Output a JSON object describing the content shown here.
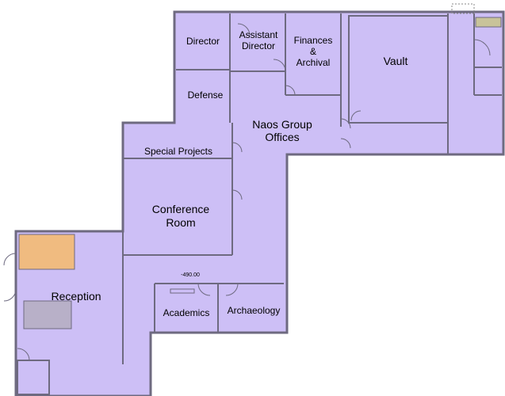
{
  "colors": {
    "floor": "#cdbff6",
    "wall": "#6e6a80",
    "highlight_room": "#f0bb80",
    "background": "#ffffff"
  },
  "rooms": {
    "director": "Director",
    "assistant_director_line1": "Assistant",
    "assistant_director_line2": "Director",
    "finances_line1": "Finances",
    "finances_line2": "&",
    "finances_line3": "Archival",
    "vault": "Vault",
    "defense": "Defense",
    "naos_line1": "Naos Group",
    "naos_line2": "Offices",
    "special_projects": "Special Projects",
    "conference_line1": "Conference",
    "conference_line2": "Room",
    "reception": "Reception",
    "academics": "Academics",
    "archaeology": "Archaeology"
  },
  "dimension_label": "-490.00"
}
